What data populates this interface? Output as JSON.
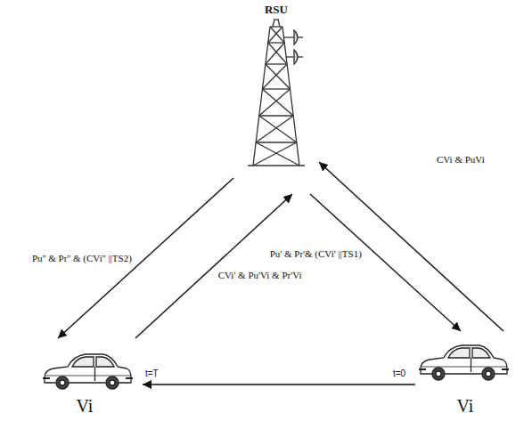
{
  "diagram": {
    "nodes": [
      {
        "text": [
          "RSU"
        ]
      },
      {
        "text": [
          "Vi"
        ]
      },
      {
        "text": [
          "Vi"
        ]
      }
    ],
    "edges": [
      {
        "from": 2,
        "to": 0,
        "arrow": "to",
        "label": "CVi & PuVi"
      },
      {
        "from": 0,
        "to": 2,
        "arrow": "to",
        "label": "Pu' & Pr'& (CVi' ||TS1)"
      },
      {
        "from": 1,
        "to": 0,
        "arrow": "to",
        "label": "CVi' & Pu'Vi & Pr'Vi"
      },
      {
        "from": 0,
        "to": 1,
        "arrow": "to",
        "label": "Pu'' & Pr'' & (CVi'' ||TS2)"
      },
      {
        "from": 2,
        "to": 1,
        "arrow": "to"
      }
    ],
    "labels": [
      "t=0",
      "t=T"
    ]
  }
}
